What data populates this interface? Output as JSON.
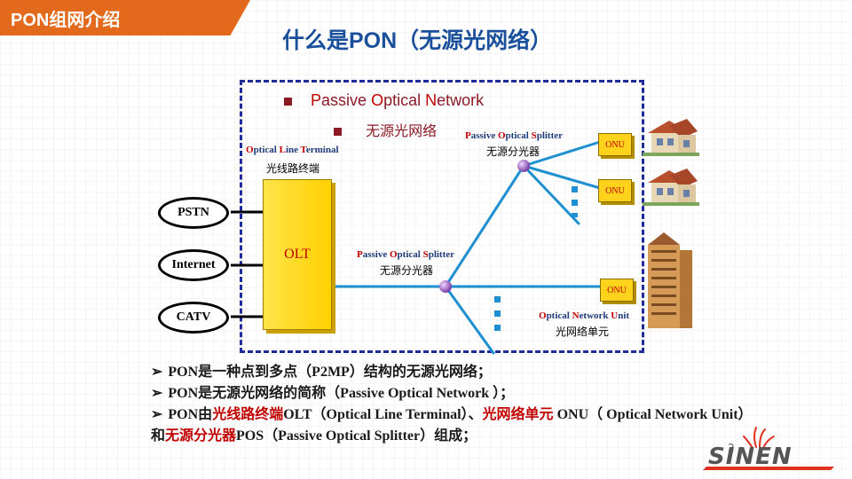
{
  "header": {
    "section_title": "PON组网介绍",
    "page_title": "什么是PON（无源光网络）"
  },
  "definition": {
    "en_parts": [
      {
        "letter": "P",
        "rest": "assive "
      },
      {
        "letter": "O",
        "rest": "ptical "
      },
      {
        "letter": "N",
        "rest": "etwork"
      }
    ],
    "cn": "无源光网络"
  },
  "diagram": {
    "olt_label_en": [
      {
        "letter": "O",
        "rest": "ptical "
      },
      {
        "letter": "L",
        "rest": "ine "
      },
      {
        "letter": "T",
        "rest": "erminal"
      }
    ],
    "olt_label_cn": "光线路终端",
    "olt_box": "OLT",
    "services": [
      "PSTN",
      "Internet",
      "CATV"
    ],
    "splitter1_en": [
      {
        "letter": "P",
        "rest": "assive "
      },
      {
        "letter": "O",
        "rest": "ptical "
      },
      {
        "letter": "S",
        "rest": "plitter"
      }
    ],
    "splitter1_cn": "无源分光器",
    "splitter2_en": [
      {
        "letter": "P",
        "rest": "assive "
      },
      {
        "letter": "O",
        "rest": "ptical "
      },
      {
        "letter": "S",
        "rest": "plitter"
      }
    ],
    "splitter2_cn": "无源分光器",
    "onu_boxes": [
      "ONU",
      "ONU",
      "ONU"
    ],
    "onu_label_en": [
      {
        "letter": "O",
        "rest": "ptical "
      },
      {
        "letter": "N",
        "rest": "etwork "
      },
      {
        "letter": "U",
        "rest": "nit"
      }
    ],
    "onu_label_cn": "光网络单元"
  },
  "bullets": {
    "line1": "PON是一种点到多点（P2MP）结构的无源光网络；",
    "line2": "PON是无源光网络的简称（Passive Optical Network  ）；",
    "line3": {
      "a": "PON由",
      "b": "光线路终端",
      "c": "OLT（Optical Line Terminal）、",
      "d": "光网络单元",
      "e": " ONU（ Optical Network Unit）和",
      "f": "无源分光器",
      "g": "POS（Passive Optical Splitter）组成；"
    }
  },
  "footer": {
    "page_number": "2",
    "logo_text": "SINEN"
  },
  "colors": {
    "accent_orange": "#e36a1c",
    "title_blue": "#1a4f9c",
    "fiber_blue": "#1e8fd0",
    "highlight_red": "#c00000",
    "olt_yellow": "#ffd100"
  }
}
